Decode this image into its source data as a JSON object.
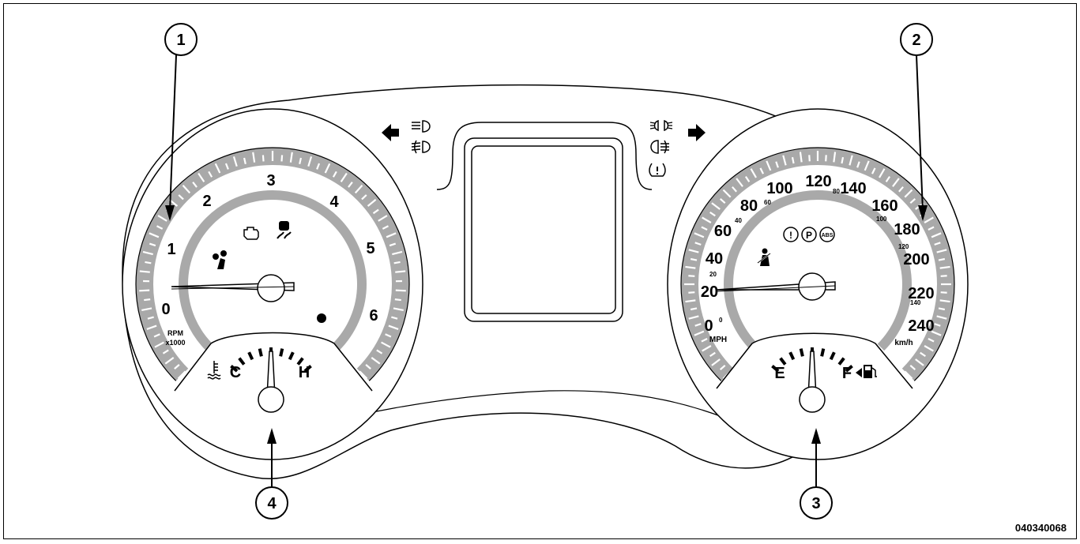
{
  "tach": {
    "scale": [
      "0",
      "1",
      "2",
      "3",
      "4",
      "5",
      "6"
    ],
    "unit_line1": "RPM",
    "unit_line2": "x1000"
  },
  "speedo": {
    "mph": [
      "0",
      "20",
      "40",
      "60",
      "80",
      "100",
      "120",
      "140",
      "160",
      "180",
      "200",
      "220",
      "240"
    ],
    "kmh": [
      "0",
      "20",
      "40",
      "60",
      "80",
      "100",
      "120",
      "140"
    ],
    "unit_mph": "MPH",
    "unit_kmh": "km/h",
    "abs_label": "ABS",
    "park_label": "P",
    "brake_label": "!"
  },
  "temp_gauge": {
    "low": "C",
    "high": "H"
  },
  "fuel_gauge": {
    "low": "E",
    "high": "F"
  },
  "callouts": [
    "1",
    "2",
    "3",
    "4"
  ],
  "figure_code": "040340068"
}
